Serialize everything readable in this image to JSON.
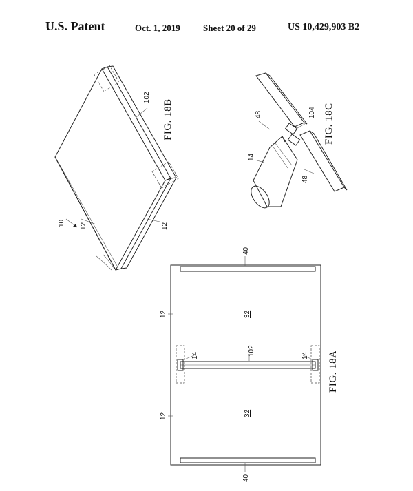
{
  "header": {
    "patent_label": "U.S. Patent",
    "date": "Oct. 1, 2019",
    "sheet": "Sheet 20 of 29",
    "patent_number": "US 10,429,903 B2"
  },
  "figures": {
    "fig18a": {
      "title": "FIG. 18A",
      "labels": {
        "panel": "12",
        "display": "32",
        "hinge_strip": "102",
        "hinge_block": "14",
        "bar": "40"
      }
    },
    "fig18b": {
      "title": "FIG. 18B",
      "labels": {
        "device": "10",
        "panel": "12",
        "hinge": "102"
      }
    },
    "fig18c": {
      "title": "FIG. 18C",
      "labels": {
        "arm": "48",
        "block": "14",
        "pin": "104"
      }
    }
  }
}
